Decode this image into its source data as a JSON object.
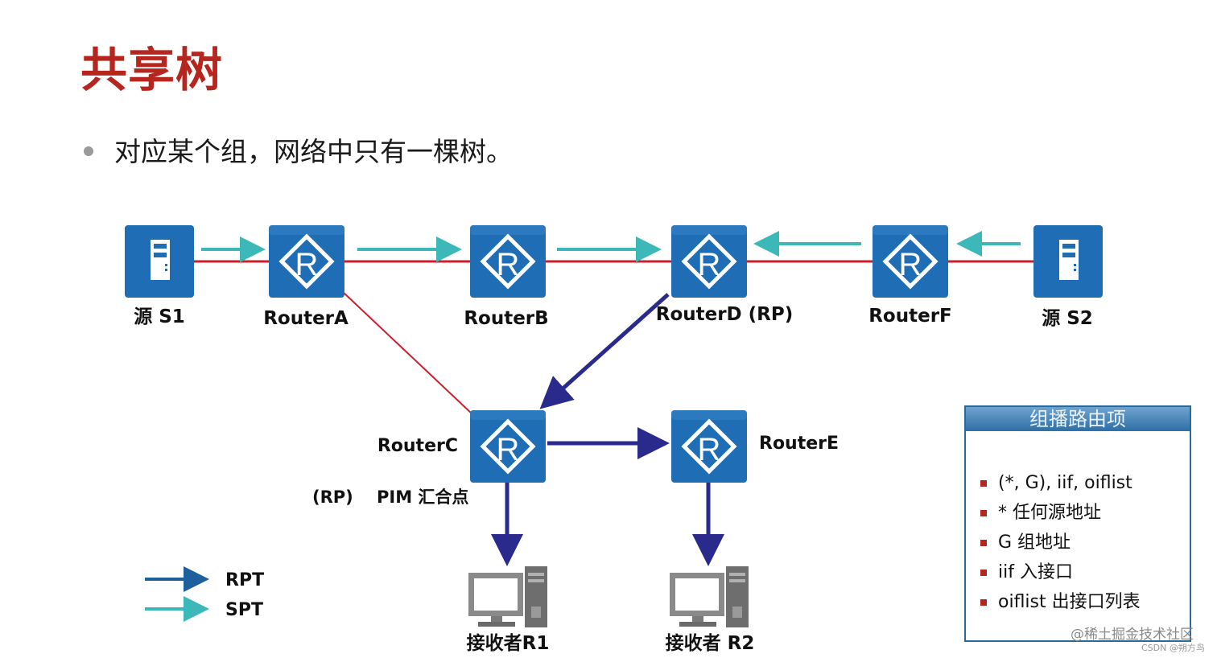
{
  "title": "共享树",
  "bullet": "对应某个组，网络中只有一棵树。",
  "nodes": {
    "source_s1": "源 S1",
    "router_a": "RouterA",
    "router_b": "RouterB",
    "router_d": "RouterD (RP)",
    "router_f": "RouterF",
    "source_s2": "源 S2",
    "router_c": "RouterC",
    "router_c_note": "(RP)    PIM 汇合点",
    "router_e": "RouterE",
    "receiver_r1": "接收者R1",
    "receiver_r2": "接收者 R2"
  },
  "router_glyph": "R",
  "legend": {
    "rpt": "RPT",
    "spt": "SPT"
  },
  "colors": {
    "title": "#b5261e",
    "router_fill": "#1f6db4",
    "link": "#cc1f2a",
    "rpt_arrow": "#2a2a8c",
    "spt_arrow": "#3cb8b8"
  },
  "route_panel": {
    "header": "组播路由项",
    "items": [
      "(*, G), iif, oiflist",
      "* 任何源地址",
      "G 组地址",
      "iif 入接口",
      "oiflist 出接口列表"
    ]
  },
  "watermark": "@稀土掘金技术社区",
  "watermark_small": "CSDN @朔方鸟"
}
